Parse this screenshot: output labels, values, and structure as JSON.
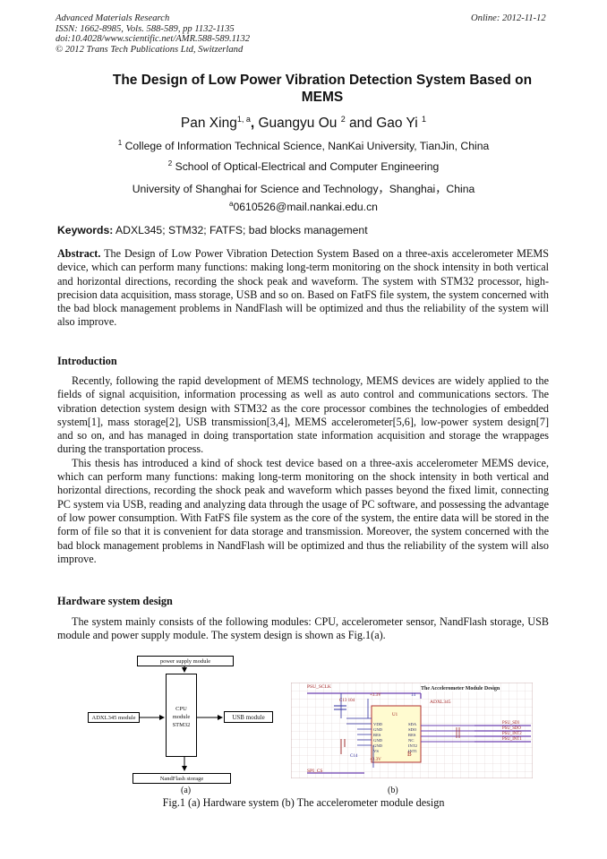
{
  "header": {
    "journal": "Advanced Materials Research",
    "issn": "ISSN: 1662-8985, Vols. 588-589, pp 1132-1135",
    "doi": "doi:10.4028/www.scientific.net/AMR.588-589.1132",
    "copyright": "© 2012 Trans Tech Publications Ltd, Switzerland",
    "online": "Online: 2012-11-12"
  },
  "title_line1": "The Design of Low Power Vibration Detection System Based on",
  "title_line2": "MEMS",
  "authors": {
    "a1": "Pan Xing",
    "a1_sup": "1, a",
    "a2": "Guangyu Ou",
    "a2_sup": "2",
    "and": "and Gao Yi",
    "a3_sup": "1"
  },
  "affiliations": {
    "aff1_sup": "1",
    "aff1": "College of Information Technical Science, NanKai University, TianJin, China",
    "aff2_sup": "2",
    "aff2": "School of Optical-Electrical and Computer Engineering",
    "aff3": "University of Shanghai for Science and Technology，Shanghai，China",
    "email_sup": "a",
    "email": "0610526@mail.nankai.edu.cn"
  },
  "keywords": {
    "label": "Keywords:",
    "text": " ADXL345; STM32; FATFS; bad blocks management"
  },
  "abstract": {
    "label": "Abstract.",
    "text": " The Design of Low Power Vibration Detection System Based on a three-axis accelerometer MEMS device, which can perform many functions: making long-term monitoring on the shock intensity in both vertical and horizontal directions, recording the shock peak and waveform. The system with STM32 processor, high-precision data acquisition, mass storage, USB and so on. Based on FatFS file system, the system concerned with the bad block management problems in NandFlash will be optimized and thus the reliability of the system will also improve."
  },
  "intro": {
    "heading": "Introduction",
    "p1": "Recently, following the rapid development of MEMS technology, MEMS devices are widely applied to the fields of signal acquisition, information processing as well as auto control and communications sectors. The vibration detection system design with STM32 as the core processor combines the technologies of embedded system[1], mass storage[2], USB transmission[3,4], MEMS accelerometer[5,6], low-power system design[7] and so on, and has managed in doing transportation state information acquisition and storage the wrappages during the transportation process.",
    "p2": "This thesis has introduced a kind of shock test device based on a three-axis accelerometer MEMS device, which can perform many functions: making long-term monitoring on the shock intensity in both vertical and horizontal directions, recording the shock peak and waveform which passes beyond the fixed limit, connecting PC system via USB, reading and analyzing data through the usage of PC software, and possessing the advantage of low power consumption. With FatFS file system as the core of the system, the entire data will be stored in the form of file so that it is convenient for data storage and transmission. Moreover, the system concerned with the bad block management problems in NandFlash will be optimized and thus the reliability of the system will also improve."
  },
  "hardware": {
    "heading": "Hardware system design",
    "p1": "The system mainly consists of the following modules: CPU, accelerometer sensor, NandFlash storage, USB module and power supply module.  The system design is shown as Fig.1(a)."
  },
  "figure_a": {
    "power": "power supply module",
    "cpu1": "CPU",
    "cpu2": "module",
    "cpu3": "STM32",
    "adxl": "ADXL345 module",
    "usb": "USB module",
    "nand": "NandFlash storage",
    "label": "(a)"
  },
  "figure_b": {
    "title": "The Accelerometer Module Design",
    "chip": "ADXL345",
    "bus_top": "PSU_SCLK",
    "bus_bottom": "SPI_CS",
    "pins_left": [
      "VDD",
      "GND",
      "RES",
      "GND",
      "GND",
      "VS"
    ],
    "pins_right": [
      "SDA",
      "SDO",
      "RES",
      "NC",
      "INT2",
      "INT1"
    ],
    "nets": [
      "PSU_SDI",
      "PSU_SDO",
      "PSU_INT2",
      "PSU_INT1"
    ],
    "cap1": "C13",
    "cap1_val": "104",
    "vcc1": "+3.3V",
    "vcc2": "+3.3V",
    "cap2": "C14",
    "chip_ref": "U1",
    "chip_mark": "B",
    "pin_v": "14",
    "label": "(b)"
  },
  "caption": "Fig.1 (a) Hardware system   (b) The accelerometer module design"
}
